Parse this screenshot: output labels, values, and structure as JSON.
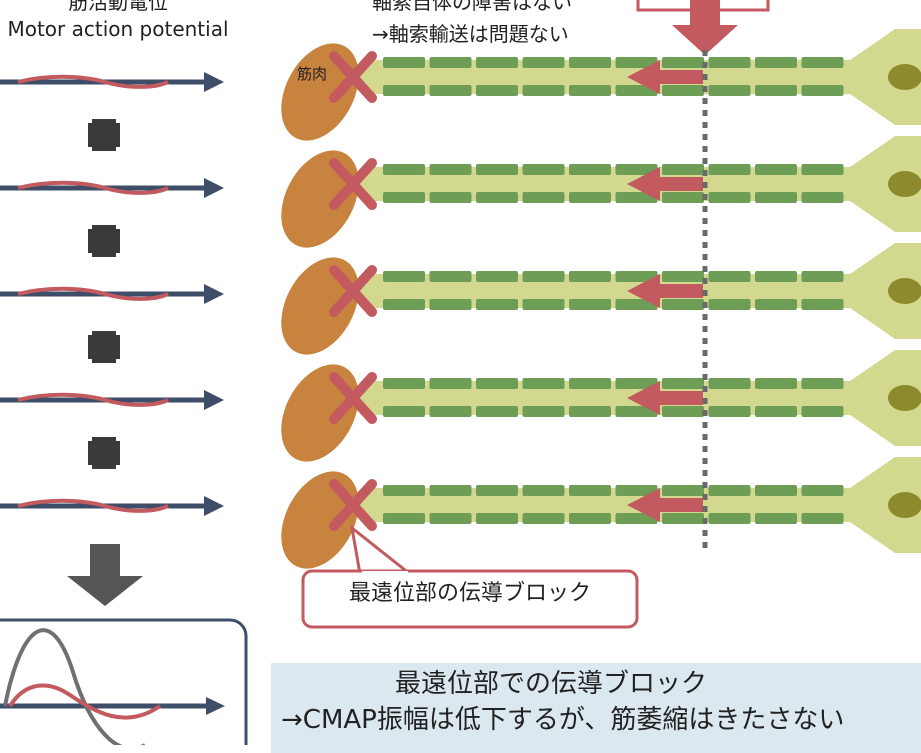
{
  "left_panel": {
    "heading_jp": "筋活動電位",
    "heading_en": "Motor action potential",
    "signal_count": 5,
    "operator_icon": "plus-icon",
    "result_arrow_icon": "down-arrow-icon"
  },
  "top_note": {
    "line1": "軸索自体の障害はない",
    "line2": "→軸索輸送は問題ない"
  },
  "muscle_label": "筋肉",
  "neuron_count": 5,
  "block_marker_icon": "x-icon",
  "callout": {
    "text": "最遠位部の伝導ブロック"
  },
  "summary": {
    "line1": "最遠位部での伝導ブロック",
    "line2": "→CMAP振幅は低下するが、筋萎縮はきたさない"
  },
  "colors": {
    "muscle": "#c8843f",
    "axon": "#d3d88f",
    "myelin": "#6e9e56",
    "block": "#c35a5f",
    "signal_axis": "#3e4e68",
    "plus": "#3a3a3a",
    "summary_bg": "#dbe8ef",
    "waveform_grey": "#707070"
  }
}
